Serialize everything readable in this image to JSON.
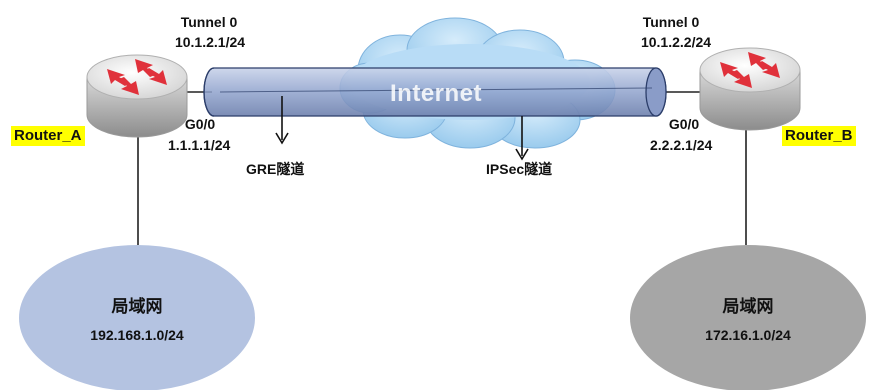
{
  "colors": {
    "router_label_bg": "#ffff00",
    "lan_a_fill": "#b4c3e1",
    "lan_b_fill": "#a6a6a6",
    "cloud_fill": "#a6d2f2",
    "tunnel_fill": "#a8b6d6",
    "router_arrow": "#e0313b"
  },
  "router_a": {
    "name": "Router_A",
    "icon": "router-icon",
    "tunnel_name": "Tunnel 0",
    "tunnel_ip": "10.1.2.1/24",
    "port": "G0/0",
    "port_ip": "1.1.1.1/24"
  },
  "router_b": {
    "name": "Router_B",
    "icon": "router-icon",
    "tunnel_name": "Tunnel 0",
    "tunnel_ip": "10.1.2.2/24",
    "port": "G0/0",
    "port_ip": "2.2.2.1/24"
  },
  "cloud": {
    "label": "Internet"
  },
  "gre_label": "GRE隧道",
  "ipsec_label": "IPSec隧道",
  "lan_a": {
    "title": "局域网",
    "subnet": "192.168.1.0/24"
  },
  "lan_b": {
    "title": "局域网",
    "subnet": "172.16.1.0/24"
  }
}
